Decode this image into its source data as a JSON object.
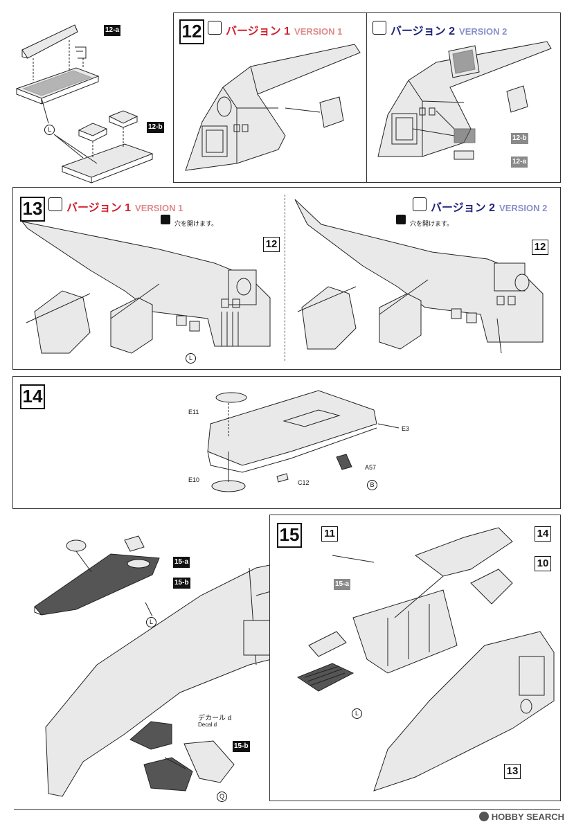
{
  "top_left": {
    "tag_12a": "12-a",
    "tag_12b": "12-b",
    "part_L": "L"
  },
  "step12": {
    "number": "12",
    "v1": {
      "jp": "バージョン 1",
      "en": "VERSION 1"
    },
    "v2": {
      "jp": "バージョン 2",
      "en": "VERSION 2"
    },
    "tag_12b": "12-b",
    "tag_12a": "12-a"
  },
  "step13": {
    "number": "13",
    "v1": {
      "jp": "バージョン 1",
      "en": "VERSION 1",
      "note": "穴を開けます。",
      "ref": "12",
      "part_L": "L"
    },
    "v2": {
      "jp": "バージョン 2",
      "en": "VERSION 2",
      "note": "穴を開けます。",
      "ref": "12"
    }
  },
  "step14": {
    "number": "14",
    "parts": {
      "e11": "E11",
      "e3": "E3",
      "a57": "A57",
      "b": "B",
      "e10": "E10",
      "c12": "C12"
    }
  },
  "left15": {
    "tag_15a": "15-a",
    "tag_15b": "15-b",
    "part_L": "L",
    "decal_jp": "デカール d",
    "decal_en": "Decal d",
    "tag_15b_2": "15-b",
    "part_Q": "Q"
  },
  "step15": {
    "number": "15",
    "ref11": "11",
    "ref14": "14",
    "ref10": "10",
    "tag_15a": "15-a",
    "part_L": "L",
    "ref13": "13"
  },
  "footer": {
    "brand": "HOBBY SEARCH"
  },
  "colors": {
    "version1_red": "#d2202d",
    "version2_navy": "#20247a",
    "tag_gray": "#8a8a8a"
  }
}
